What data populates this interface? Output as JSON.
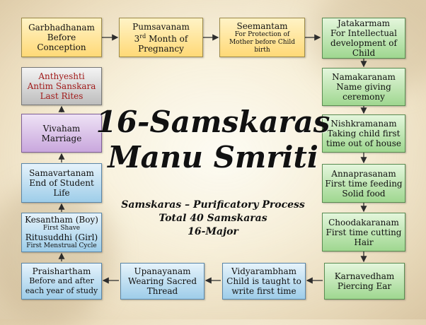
{
  "title": {
    "line1": "16-Samskaras",
    "line2": "Manu Smriti"
  },
  "subtitle": {
    "line1": "Samskaras – Purificatory Process",
    "line2": "Total 40 Samskaras",
    "line3": "16-Major"
  },
  "boxes": {
    "garbhadhanam": {
      "l1": "Garbhadhanam",
      "l2": "Before",
      "l3": "Conception"
    },
    "pumsavanam": {
      "l1": "Pumsavanam",
      "l2a": "3",
      "l2sup": "rd",
      "l2b": " Month of",
      "l3": "Pregnancy"
    },
    "seemantam": {
      "l1": "Seemantam",
      "l2": "For Protection of",
      "l3": "Mother before Child",
      "l4": "birth"
    },
    "jatakarmam": {
      "l1": "Jatakarmam",
      "l2": "For Intellectual",
      "l3": "development of",
      "l4": "Child"
    },
    "namakaranam": {
      "l1": "Namakaranam",
      "l2": "Name giving",
      "l3": "ceremony"
    },
    "nishkramanam": {
      "l1": "Nishkramanam",
      "l2": "Taking child first",
      "l3": "time out of house"
    },
    "annaprasanam": {
      "l1": "Annaprasanam",
      "l2": "First time feeding",
      "l3": "Solid food"
    },
    "choodakaranam": {
      "l1": "Choodakaranam",
      "l2": "First time cutting",
      "l3": "Hair"
    },
    "karnavedham": {
      "l1": "Karnavedham",
      "l2": "Piercing Ear"
    },
    "vidyarambham": {
      "l1": "Vidyarambham",
      "l2": "Child is taught to",
      "l3": "write first time"
    },
    "upanayanam": {
      "l1": "Upanayanam",
      "l2": "Wearing Sacred",
      "l3": "Thread"
    },
    "praishartham": {
      "l1": "Praishartham",
      "l2": "Before and after",
      "l3": "each year of study"
    },
    "kesantham": {
      "l1": "Kesantham (Boy)",
      "l2": "First Shave",
      "l3": "Ritusuddhi (Girl)",
      "l4": "First Menstrual Cycle"
    },
    "samavartanam": {
      "l1": "Samavartanam",
      "l2": "End of Student",
      "l3": "Life"
    },
    "vivaham": {
      "l1": "Vivaham",
      "l2": "Marriage"
    },
    "anthyeshti": {
      "l1": "Anthyeshti",
      "l2": "Antim Sanskara",
      "l3": "Last Rites"
    }
  }
}
